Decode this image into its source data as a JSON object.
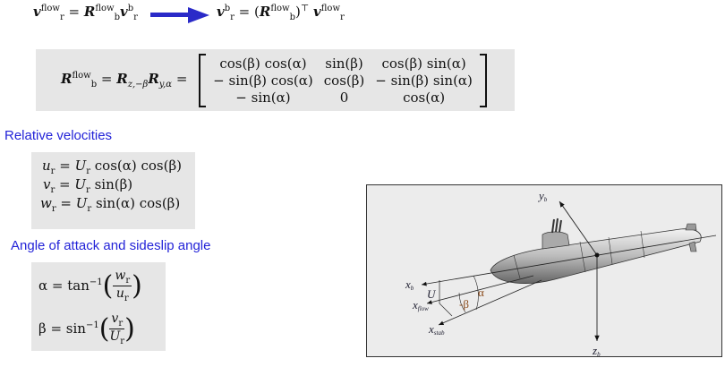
{
  "eq1": {
    "lhs": "v",
    "lhs_sub": "r",
    "lhs_sup": "flow",
    "eq": " = ",
    "R": "R",
    "R_sub": "b",
    "R_sup": "flow",
    "v": "v",
    "v_sub": "r",
    "v_sup": "b"
  },
  "eq2": {
    "lhs": "v",
    "lhs_sub": "r",
    "lhs_sup": "b",
    "eq": " = (",
    "R": "R",
    "R_sub": "b",
    "R_sup": "flow",
    "close": ")",
    "T": "⊤",
    "v": "v",
    "v_sub": "r",
    "v_sup": "flow"
  },
  "matrix_eq": {
    "R": "R",
    "R_sub": "b",
    "R_sup": "flow",
    "eq1": " = ",
    "Rz": "R",
    "Rz_sub": "z,−β",
    "Ry": "R",
    "Ry_sub": "y,α",
    "eq2": " = ",
    "cells": [
      "cos(β) cos(α)",
      "sin(β)",
      "cos(β) sin(α)",
      "− sin(β) cos(α)",
      "cos(β)",
      "− sin(β) sin(α)",
      "− sin(α)",
      "0",
      "cos(α)"
    ]
  },
  "relative_velocities": {
    "heading": "Relative velocities",
    "lines": [
      {
        "lhs": "u",
        "sub": "r",
        "rhs_a": " = ",
        "U": "U",
        "U_sub": "r",
        "rhs": " cos(α) cos(β)"
      },
      {
        "lhs": "v",
        "sub": "r",
        "rhs_a": " = ",
        "U": "U",
        "U_sub": "r",
        "rhs": " sin(β)"
      },
      {
        "lhs": "w",
        "sub": "r",
        "rhs_a": " = ",
        "U": "U",
        "U_sub": "r",
        "rhs": " sin(α) cos(β)"
      }
    ]
  },
  "angles": {
    "heading": "Angle of attack and sideslip angle",
    "alpha": {
      "lhs": "α = tan",
      "sup": "−1",
      "num": "w",
      "num_sub": "r",
      "den": "u",
      "den_sub": "r"
    },
    "beta": {
      "lhs": "β = sin",
      "sup": "−1",
      "num": "v",
      "num_sub": "r",
      "den": "U",
      "den_sub": "r"
    }
  },
  "figure": {
    "labels": {
      "yb": "y",
      "yb_sub": "b",
      "zb": "z",
      "zb_sub": "b",
      "xb": "x",
      "xb_sub": "b",
      "xflow": "x",
      "xflow_sub": "flow",
      "xstab": "x",
      "xstab_sub": "stab",
      "U": "U",
      "alpha": "α",
      "beta": "-β"
    }
  },
  "colors": {
    "heading": "#2323d8",
    "arrow": "#2a2ac8",
    "box": "#e6e6e6"
  }
}
